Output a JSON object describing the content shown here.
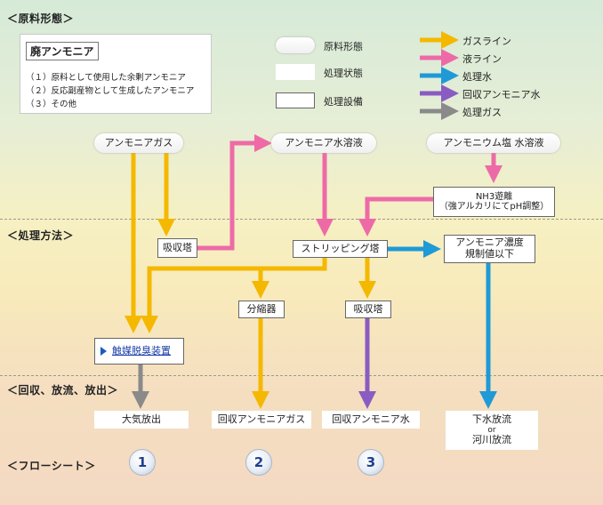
{
  "sections": {
    "raw": "＜原料形態＞",
    "method": "＜処理方法＞",
    "recovery": "＜回収、放流、放出＞",
    "flowsheet": "＜フローシート＞"
  },
  "legend_box": {
    "title": "廃アンモニア",
    "items": [
      "（１）原料として使用した余剰アンモニア",
      "（２）反応副産物として生成したアンモニア",
      "（３）その他"
    ]
  },
  "shape_legend": [
    {
      "shape": "pill",
      "label": "原料形態"
    },
    {
      "shape": "plain",
      "label": "処理状態"
    },
    {
      "shape": "box",
      "label": "処理設備"
    }
  ],
  "arrow_legend": [
    {
      "color": "#f5b800",
      "label": "ガスライン"
    },
    {
      "color": "#ee6aa7",
      "label": "液ライン"
    },
    {
      "color": "#1f9ad6",
      "label": "処理水"
    },
    {
      "color": "#8a5cc2",
      "label": "回収アンモニア水"
    },
    {
      "color": "#8a8a8a",
      "label": "処理ガス"
    }
  ],
  "nodes": {
    "ammonia_gas": "アンモニアガス",
    "ammonia_aq": "アンモニア水溶液",
    "ammonium_salt": "アンモニウム塩 水溶液",
    "nh3_release_1": "NH3遊離",
    "nh3_release_2": "（強アルカリにてpH調整）",
    "absorber_1": "吸収塔",
    "stripping": "ストリッピング塔",
    "below_limit_1": "アンモニア濃度",
    "below_limit_2": "規制値以下",
    "condenser": "分縮器",
    "absorber_2": "吸収塔",
    "catalyst": "触媒脱臭装置",
    "atmosphere": "大気放出",
    "recovered_gas": "回収アンモニアガス",
    "recovered_water": "回収アンモニア水",
    "sewer_1": "下水放流",
    "sewer_or": "or",
    "sewer_2": "河川放流"
  },
  "flowsheet_numbers": [
    "1",
    "2",
    "3"
  ]
}
